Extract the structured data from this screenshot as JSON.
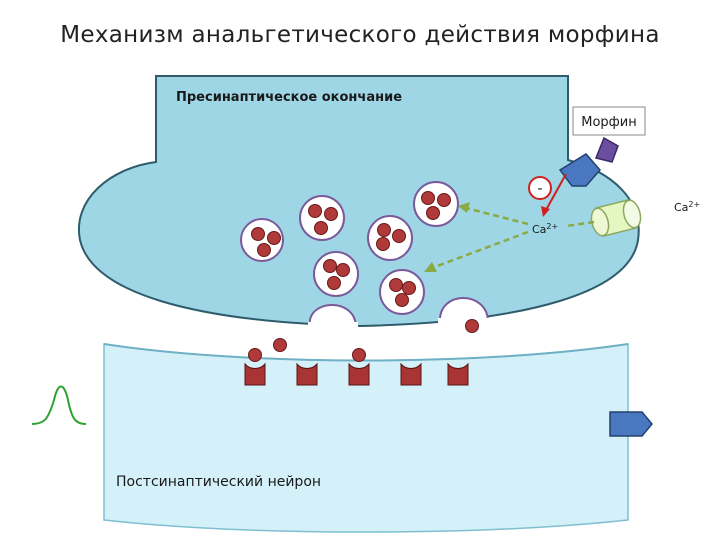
{
  "title": "Механизм анальгетического действия морфина",
  "labels": {
    "presynaptic": "Пресинаптическое окончание",
    "postsynaptic": "Постсинаптический нейрон",
    "morphine": "Морфин",
    "inhibition_sign": "-",
    "ca_inner": "Ca",
    "ca_inner_sup": "2+",
    "ca_outer": "Ca",
    "ca_outer_sup": "2+"
  },
  "colors": {
    "presynaptic_fill": "#9fd6e6",
    "postsynaptic_fill": "#d4f0f8",
    "vesicle_dot": "#b03a3a",
    "receptor": "#a83434",
    "morphine_body": "#4a78c0",
    "morphine_head": "#6a4ea0",
    "channel": "#e6f6c0",
    "ca_arrow": "#8aaa44",
    "inhibit_arrow": "#d02020",
    "action_potential": "#30a030"
  }
}
